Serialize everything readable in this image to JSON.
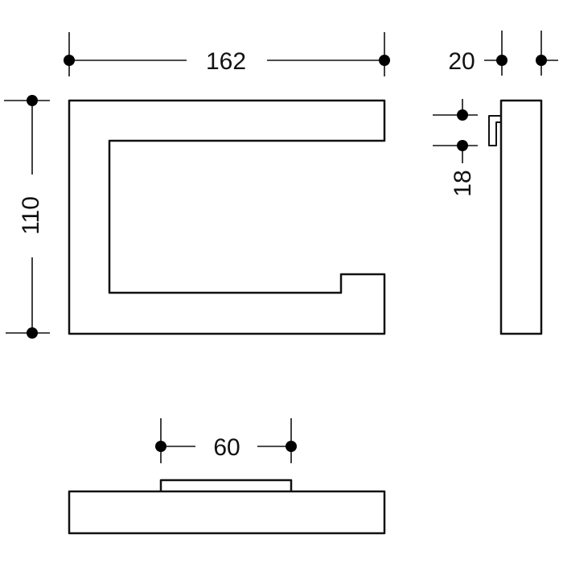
{
  "drawing": {
    "views": [
      "front-view",
      "side-view",
      "top-view"
    ],
    "colors": {
      "line": "#111111",
      "background": "#ffffff"
    }
  },
  "dimensions": {
    "overall_width": "162",
    "overall_height": "110",
    "depth": "20",
    "mount_offset": "18",
    "base_width": "60"
  }
}
